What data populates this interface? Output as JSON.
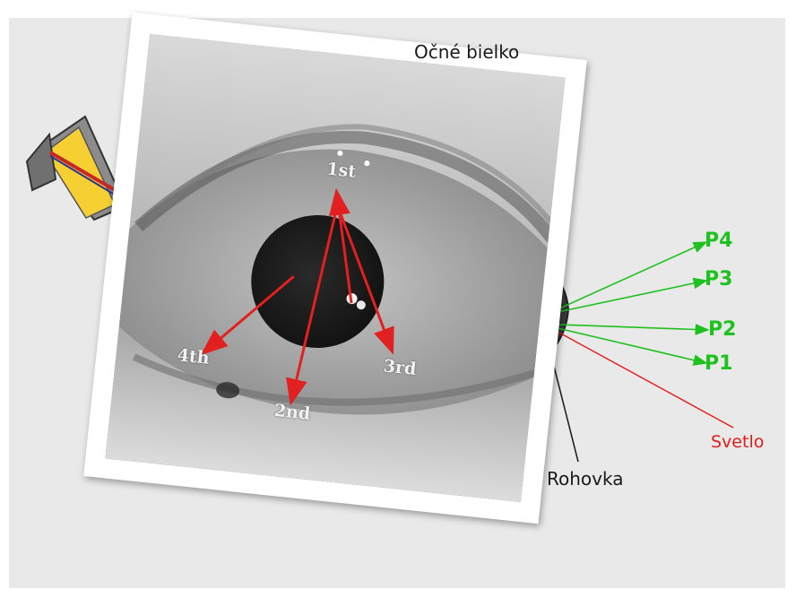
{
  "labels": {
    "sclera": "Očné bielko",
    "cornea": "Rohovka",
    "light": "Svetlo",
    "p1": "P1",
    "p2": "P2",
    "p3": "P3",
    "p4": "P4"
  },
  "photo_labels": {
    "first": "1st",
    "second": "2nd",
    "third": "3rd",
    "fourth": "4th"
  },
  "icons": {
    "light_source": "light-source-icon",
    "eye_photo": "eye-photo-icon"
  },
  "colors": {
    "reflection_arrows": "#e22020",
    "ray_green": "#1fc11f",
    "light_ray": "#e21b1b",
    "background": "#e9e9e9"
  }
}
